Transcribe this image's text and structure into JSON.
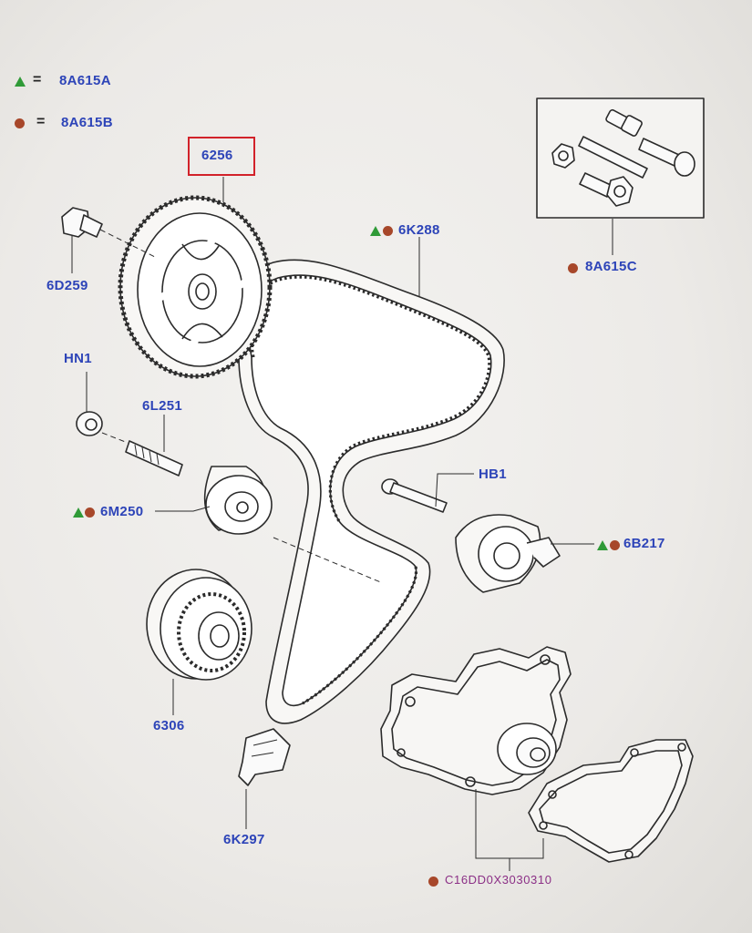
{
  "legend": [
    {
      "marker": "triangle",
      "color": "#2f9a37",
      "equals": "=",
      "code": "8A615A"
    },
    {
      "marker": "circle",
      "color": "#a7472a",
      "equals": "=",
      "code": "8A615B"
    }
  ],
  "parts": {
    "camshaft_sprocket": "6256",
    "sprocket_bolt": "6D259",
    "nut": "HN1",
    "stud": "6L251",
    "idler_pulley": "6M250",
    "crankshaft_sprocket": "6306",
    "timing_belt": "6K288",
    "tensioner_bolt": "HB1",
    "tensioner": "6B217",
    "bolt_kit": "8A615C",
    "belt_guide": "6K297",
    "water_pump_kit": "C16DD0X3030310"
  },
  "selected_part": "6256",
  "colors": {
    "label_blue": "#2d44b8",
    "label_purple": "#8b2f86",
    "highlight_red": "#d2222a",
    "triangle_green": "#2f9a37",
    "dot_brown": "#a7472a"
  }
}
